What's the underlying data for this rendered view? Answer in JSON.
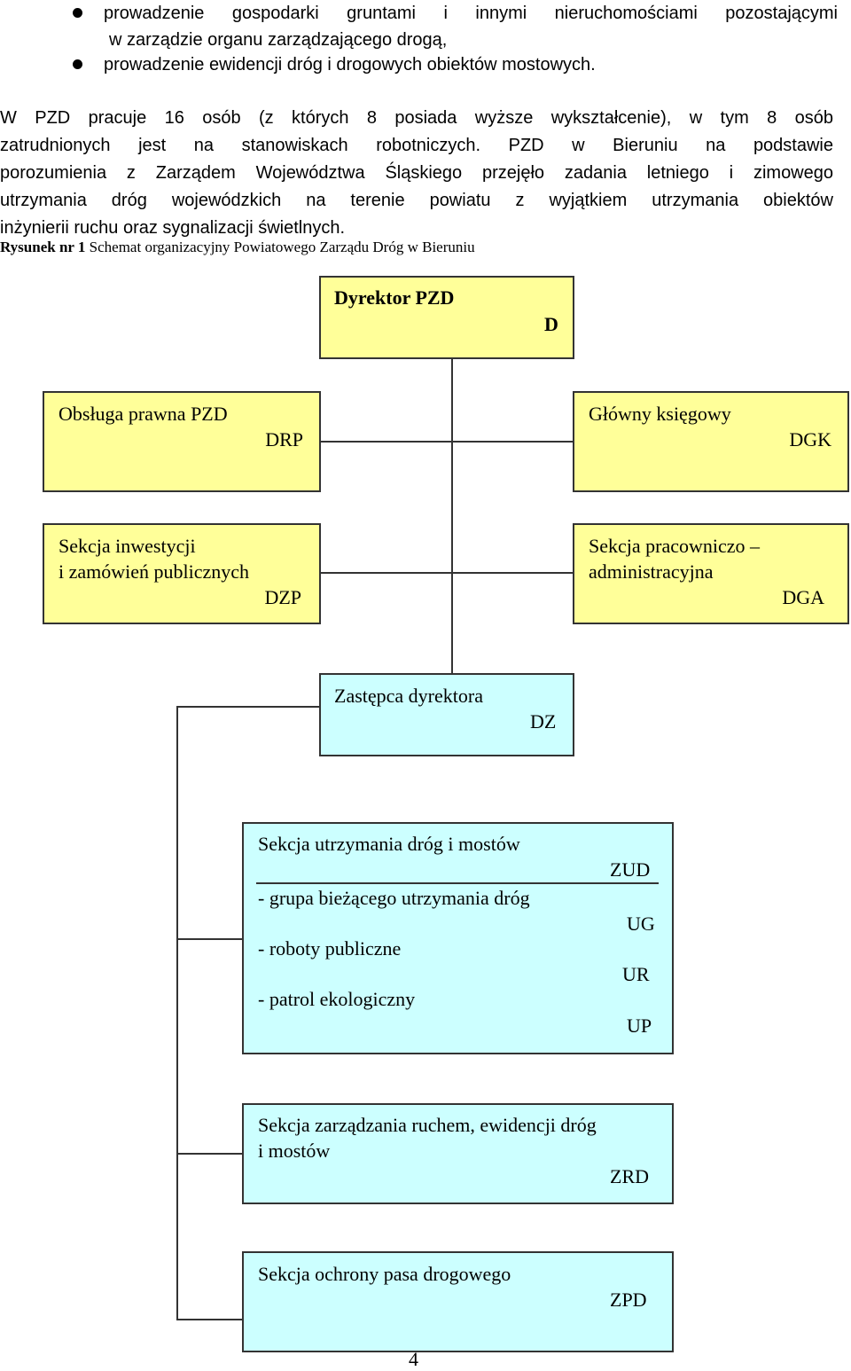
{
  "bullets": [
    {
      "line1": "prowadzenie gospodarki gruntami i innymi nieruchomościami pozostającymi",
      "line2": "w zarządzie organu zarządzającego drogą,"
    },
    {
      "line1": "prowadzenie ewidencji dróg i drogowych obiektów mostowych."
    }
  ],
  "paragraph": [
    "W PZD pracuje 16 osób (z których 8 posiada wyższe wykształcenie), w tym 8 osób",
    "zatrudnionych jest na stanowiskach robotniczych. PZD w Bieruniu na podstawie",
    "porozumienia z Zarządem Województwa Śląskiego przejęło zadania letniego i zimowego",
    "utrzymania dróg wojewódzkich na terenie powiatu z wyjątkiem utrzymania obiektów",
    "inżynierii ruchu oraz sygnalizacji świetlnych."
  ],
  "caption": {
    "label": "Rysunek nr 1",
    "text": " Schemat organizacyjny Powiatowego Zarządu Dróg w Bieruniu"
  },
  "chart": {
    "director": {
      "title": "Dyrektor PZD",
      "code": "D"
    },
    "legal": {
      "title": "Obsługa prawna PZD",
      "code": "DRP"
    },
    "accountant": {
      "title": "Główny księgowy",
      "code": "DGK"
    },
    "investments": {
      "line1": "Sekcja inwestycji",
      "line2": "i zamówień publicznych",
      "code": "DZP"
    },
    "hr": {
      "line1": "Sekcja pracowniczo –",
      "line2": "administracyjna",
      "code": "DGA"
    },
    "deputy": {
      "title": "Zastępca dyrektora",
      "code": "DZ"
    },
    "maintenance": {
      "title": "Sekcja utrzymania dróg i mostów",
      "code": "ZUD",
      "groups": [
        {
          "name": "- grupa bieżącego utrzymania dróg",
          "code": "UG"
        },
        {
          "name": "- roboty publiczne",
          "code": "UR"
        },
        {
          "name": "- patrol ekologiczny",
          "code": "UP"
        }
      ]
    },
    "traffic": {
      "line1": "Sekcja zarządzania ruchem, ewidencji dróg",
      "line2": "i mostów",
      "code": "ZRD"
    },
    "lane": {
      "title": "Sekcja ochrony pasa drogowego",
      "code": "ZPD"
    }
  },
  "page_number": "4",
  "colors": {
    "box_yellow": "#ffff99",
    "box_cyan": "#ccffff",
    "border": "#333333"
  }
}
